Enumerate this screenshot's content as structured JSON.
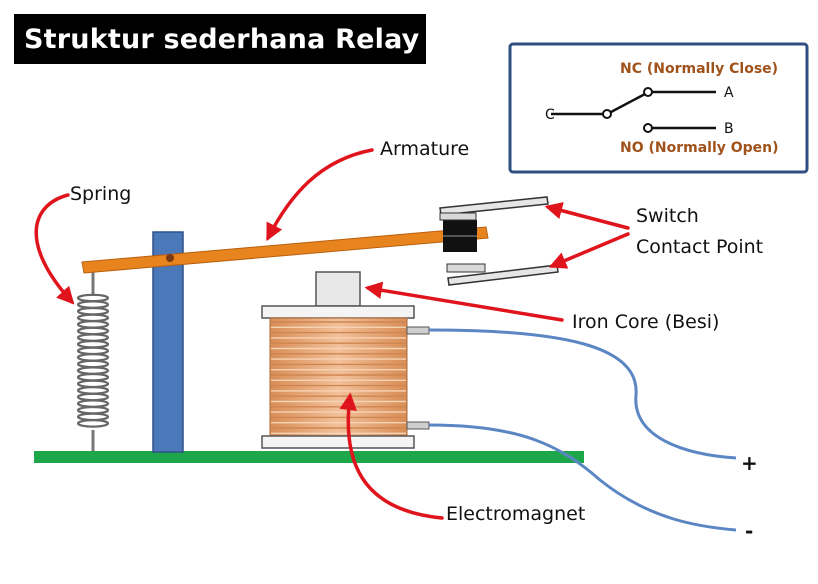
{
  "title": "Struktur sederhana Relay",
  "labels": {
    "spring": "Spring",
    "armature": "Armature",
    "switch_line1": "Switch",
    "switch_line2": "Contact Point",
    "iron_core": "Iron Core (Besi)",
    "electromagnet": "Electromagnet",
    "plus": "+",
    "minus": "-"
  },
  "inset": {
    "nc": "NC (Normally Close)",
    "no": "NO (Normally Open)",
    "c": "C",
    "a": "A",
    "b": "B"
  },
  "colors": {
    "arrow": "#e0141c",
    "armature": "#e8841e",
    "post": "#4a78b8",
    "base": "#1ea64a",
    "wire": "#5b86c4",
    "coil": "#e9a877",
    "label_brown": "#a0521b",
    "inset_border": "#2f4f82"
  }
}
